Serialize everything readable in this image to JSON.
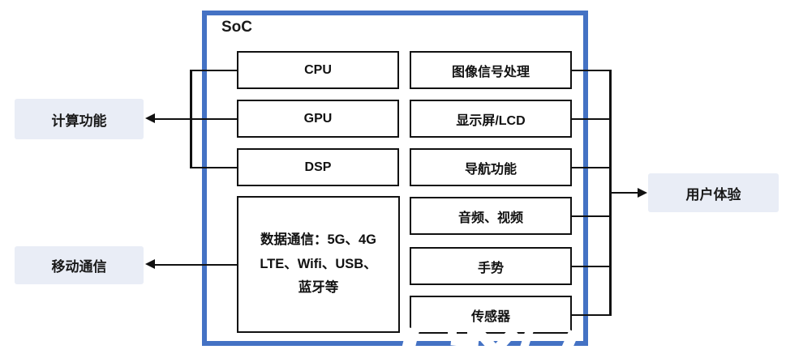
{
  "diagram": {
    "soc_label": "SoC",
    "left_column": {
      "cpu": "CPU",
      "gpu": "GPU",
      "dsp": "DSP",
      "datacomm": "数据通信：5G、4G\nLTE、Wifi、USB、\n蓝牙等"
    },
    "right_column": [
      {
        "label": "图像信号处理"
      },
      {
        "label": "显示屏/LCD"
      },
      {
        "label": "导航功能"
      },
      {
        "label": "音频、视频"
      },
      {
        "label": "手势"
      },
      {
        "label": "传感器"
      }
    ],
    "external_labels": {
      "computing": "计算功能",
      "mobile_comm": "移动通信",
      "user_experience": "用户体验"
    },
    "colors": {
      "soc_border": "#4472C4",
      "label_bg": "#E9EDF6",
      "line": "#111111"
    },
    "watermark_note": "partially cut-off white watermark obscuring bottom border (unreadable)"
  }
}
